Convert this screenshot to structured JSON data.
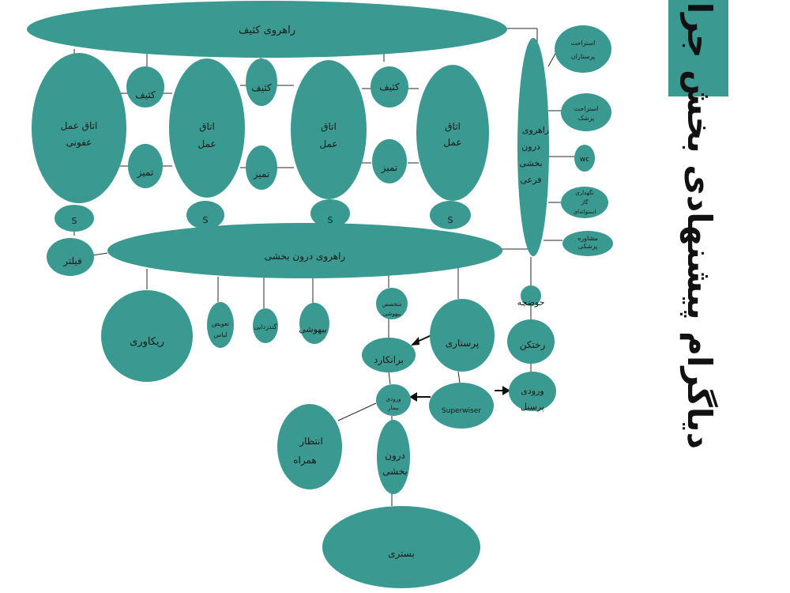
{
  "title": "دیاگرام پیشنهادی بخش جراحی",
  "colors": {
    "node": "#3a9990",
    "line": "#2a2a2a",
    "title": "#111111"
  },
  "nodes": {
    "corridor_dirty": "راهروی کثیف",
    "or_infectious": [
      "اتاق عمل",
      "عفونی"
    ],
    "or": [
      "اتاق",
      "عمل"
    ],
    "dirty": "کثیف",
    "clean": "تمیز",
    "s": "S",
    "corridor_sub": [
      "راهروی",
      "درون",
      "بخشی",
      "فرعی"
    ],
    "nurse_rest": [
      "استراحت",
      "پرستاران"
    ],
    "doctor_rest": [
      "استراحت",
      "پزشک"
    ],
    "wc": "wc",
    "gas_storage": [
      "نگهداری",
      "گاز",
      "استوانه‌ای"
    ],
    "consult": [
      "مشاوره",
      "پزشکی"
    ],
    "filter": "فیلتر",
    "corridor_inner": "راهروی درون بخشی",
    "recovery": "ریکاوری",
    "change_clothes": [
      "تعویض",
      "لباس"
    ],
    "scrub": "گندزدایی",
    "anesthesia": "بیهوشی",
    "anesth_specialist": [
      "متخصص",
      "بیهوشی"
    ],
    "nursing": "پرستاری",
    "small_circle_label": "حوضچه",
    "cloakroom": "رختکن",
    "transfer": "برانکارد",
    "patient_entry": [
      "ورودی",
      "بیمار"
    ],
    "supervisor": "Superwiser",
    "staff_entry": [
      "ورودی",
      "پرسنل"
    ],
    "waiting": [
      "انتظار",
      "همراه"
    ],
    "inward": [
      "درون",
      "بخشی"
    ],
    "ward": "بستری"
  }
}
